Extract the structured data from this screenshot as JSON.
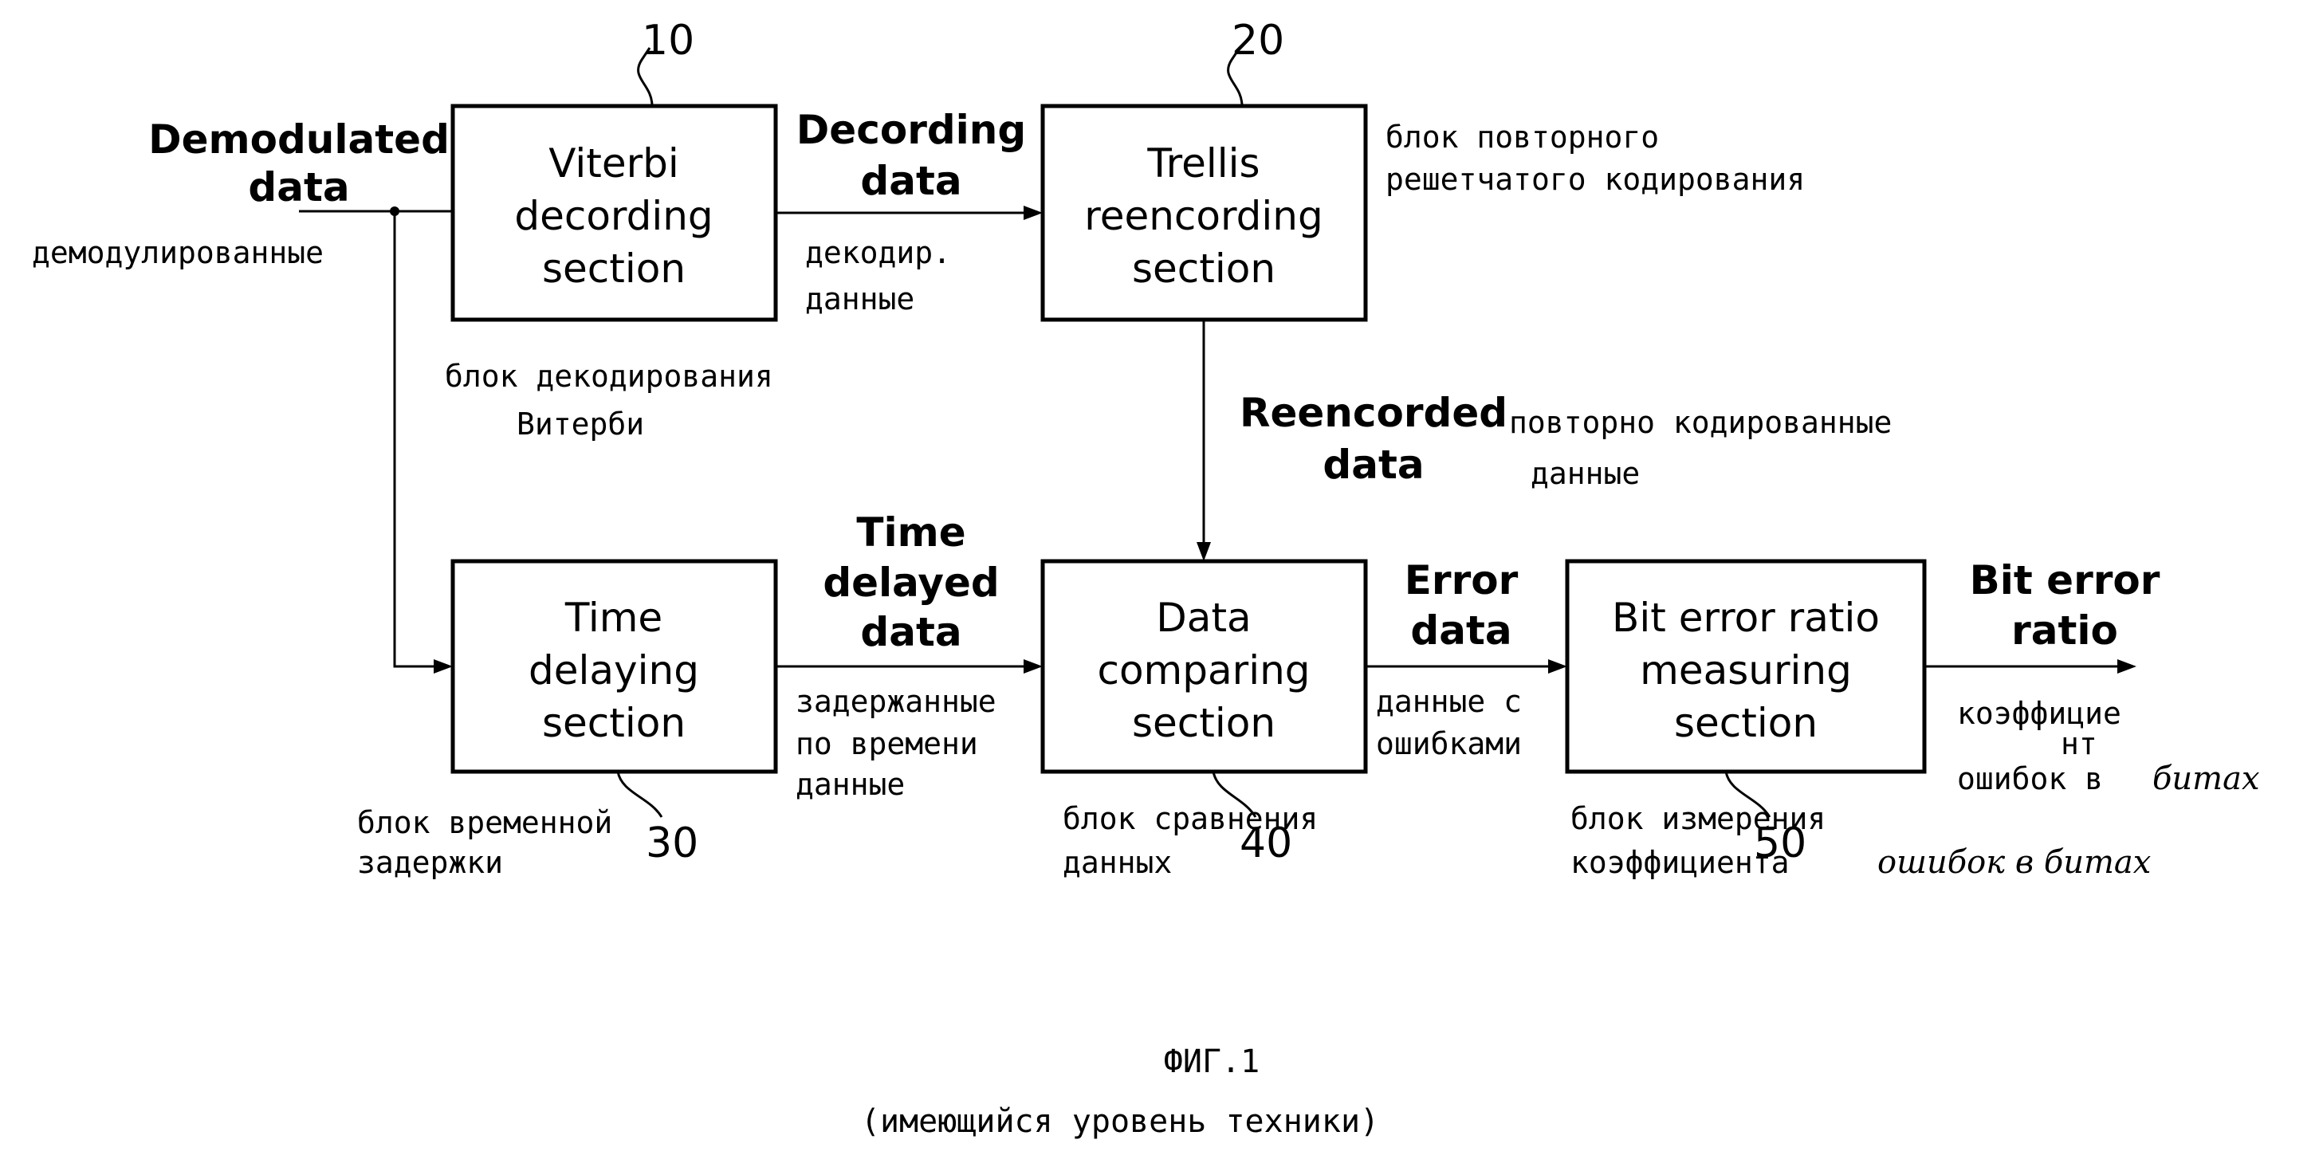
{
  "blocks": {
    "viterbi": {
      "ref": "10",
      "label": [
        "Viterbi",
        "decording",
        "section"
      ],
      "ru": [
        "блок декодирования",
        "Витерби"
      ]
    },
    "trellis": {
      "ref": "20",
      "label": [
        "Trellis",
        "reencording",
        "section"
      ],
      "ru": [
        "блок повторного",
        "решетчатого кодирования"
      ]
    },
    "delay": {
      "ref": "30",
      "label": [
        "Time",
        "delaying",
        "section"
      ],
      "ru": [
        "блок временной",
        "задержки"
      ]
    },
    "compare": {
      "ref": "40",
      "label": [
        "Data",
        "comparing",
        "section"
      ],
      "ru": [
        "блок сравнения",
        "данных"
      ]
    },
    "ber": {
      "ref": "50",
      "label": [
        "Bit error ratio",
        "measuring",
        "section"
      ],
      "ru": [
        "блок измерения",
        "коэффициента"
      ],
      "ru_handwritten": "ошибок в битах"
    }
  },
  "signals": {
    "demodulated": {
      "en": [
        "Demodulated",
        "data"
      ],
      "ru": [
        "демодулированные"
      ]
    },
    "decoded": {
      "en": [
        "Decording",
        "data"
      ],
      "ru": [
        "декодир.",
        "данные"
      ]
    },
    "reencoded": {
      "en": [
        "Reencorded",
        "data"
      ],
      "ru": [
        "повторно кодированные",
        "данные"
      ]
    },
    "delayed": {
      "en": [
        "Time",
        "delayed",
        "data"
      ],
      "ru": [
        "задержанные",
        "по времени",
        "данные"
      ]
    },
    "error": {
      "en": [
        "Error",
        "data"
      ],
      "ru": [
        "данные с",
        "ошибками"
      ]
    },
    "ber_out": {
      "en": [
        "Bit error",
        "ratio"
      ],
      "ru": [
        "коэффицие",
        "нт",
        "ошибок в"
      ],
      "ru_handwritten": "битах"
    }
  },
  "caption": {
    "figure": "ФИГ.1",
    "subtitle": "(имеющийся уровень техники)"
  }
}
